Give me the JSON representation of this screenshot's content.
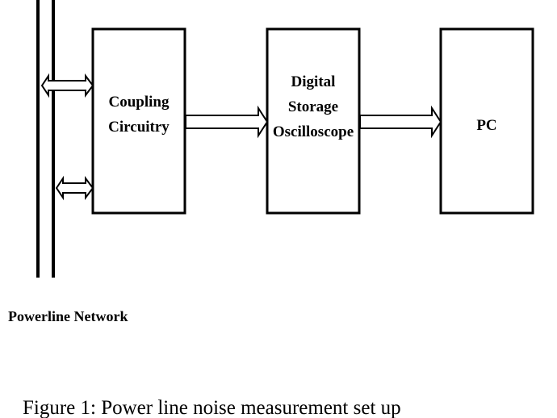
{
  "diagram": {
    "blocks": {
      "coupling": [
        "Coupling",
        "Circuitry"
      ],
      "dso": [
        "Digital",
        "Storage",
        "Oscilloscope"
      ],
      "pc": [
        "PC"
      ]
    },
    "network_label": "Powerline Network",
    "caption": "Figure 1: Power line noise measurement set up"
  }
}
